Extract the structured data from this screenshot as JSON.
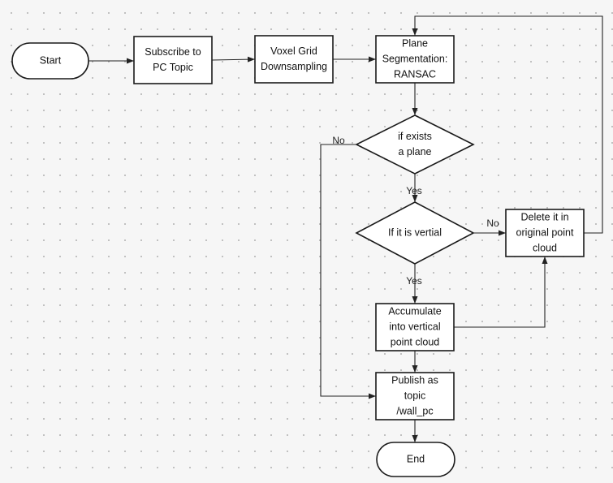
{
  "diagram": {
    "nodes": [
      {
        "id": "start",
        "shape": "terminal",
        "lines": [
          "Start"
        ]
      },
      {
        "id": "subscribe",
        "shape": "process",
        "lines": [
          "Subscribe to",
          "PC Topic"
        ]
      },
      {
        "id": "voxel",
        "shape": "process",
        "lines": [
          "Voxel Grid",
          "Downsampling"
        ]
      },
      {
        "id": "plane",
        "shape": "process",
        "lines": [
          "Plane",
          "Segmentation:",
          "RANSAC"
        ]
      },
      {
        "id": "exists",
        "shape": "decision",
        "lines": [
          "if exists",
          "a  plane"
        ]
      },
      {
        "id": "vertical",
        "shape": "decision",
        "lines": [
          "If it is vertial"
        ]
      },
      {
        "id": "delete",
        "shape": "process",
        "lines": [
          "Delete it in",
          "original point",
          "cloud"
        ]
      },
      {
        "id": "accumulate",
        "shape": "process",
        "lines": [
          "Accumulate",
          "into vertical",
          "point cloud"
        ]
      },
      {
        "id": "publish",
        "shape": "process",
        "lines": [
          "Publish as",
          "topic",
          "/wall_pc"
        ]
      },
      {
        "id": "end",
        "shape": "terminal",
        "lines": [
          "End"
        ]
      }
    ],
    "edges": [
      {
        "id": "start-to-subscribe",
        "from": "start",
        "to": "subscribe",
        "label": ""
      },
      {
        "id": "subscribe-to-voxel",
        "from": "subscribe",
        "to": "voxel",
        "label": ""
      },
      {
        "id": "voxel-to-plane",
        "from": "voxel",
        "to": "plane",
        "label": ""
      },
      {
        "id": "plane-to-exists",
        "from": "plane",
        "to": "exists",
        "label": ""
      },
      {
        "id": "exists-to-vertical",
        "from": "exists",
        "to": "vertical",
        "label": "Yes"
      },
      {
        "id": "exists-to-publish",
        "from": "exists",
        "to": "publish",
        "label": "No"
      },
      {
        "id": "vertical-to-delete",
        "from": "vertical",
        "to": "delete",
        "label": "No"
      },
      {
        "id": "vertical-to-accumulate",
        "from": "vertical",
        "to": "accumulate",
        "label": "Yes"
      },
      {
        "id": "accumulate-to-delete",
        "from": "accumulate",
        "to": "delete",
        "label": ""
      },
      {
        "id": "accumulate-to-publish",
        "from": "accumulate",
        "to": "publish",
        "label": ""
      },
      {
        "id": "delete-to-plane",
        "from": "delete",
        "to": "plane",
        "label": ""
      },
      {
        "id": "publish-to-end",
        "from": "publish",
        "to": "end",
        "label": ""
      }
    ]
  }
}
